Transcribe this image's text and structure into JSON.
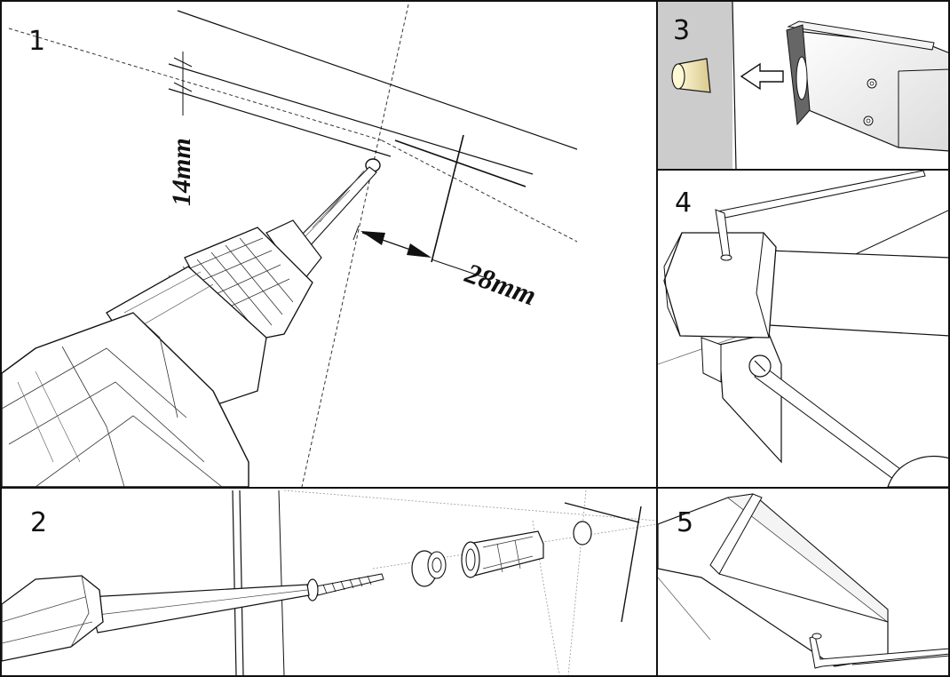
{
  "steps": {
    "step1": {
      "number": "1",
      "dim_vertical": "14mm",
      "dim_horizontal": "28mm"
    },
    "step2": {
      "number": "2"
    },
    "step3": {
      "number": "3"
    },
    "step4": {
      "number": "4"
    },
    "step5": {
      "number": "5"
    }
  },
  "colors": {
    "line": "#111111",
    "panel3_wall": "#cccccc",
    "plug": "#f2e7b8",
    "guide": "#8a8a8a"
  }
}
